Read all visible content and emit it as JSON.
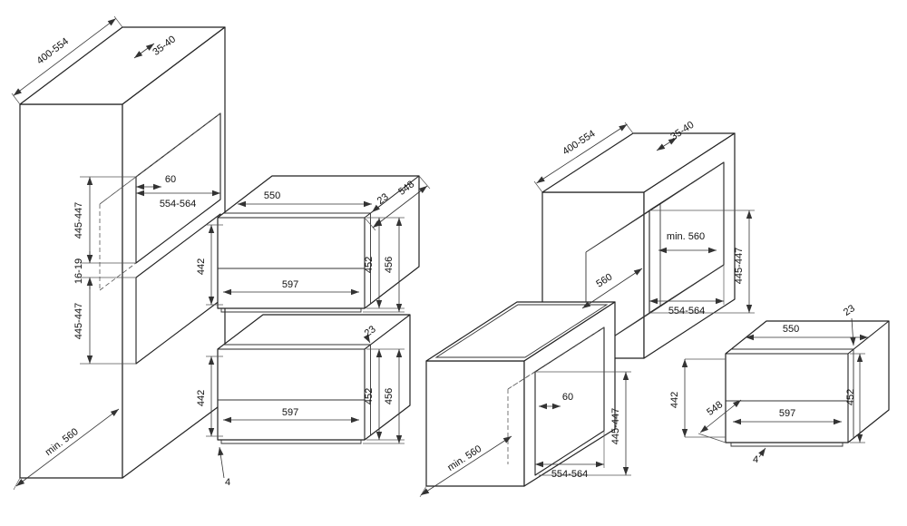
{
  "colors": {
    "line_art": "#222222",
    "background": "#ffffff"
  },
  "labels": {
    "left": {
      "cabinet_depth": "400-554",
      "top_gap": "35-40",
      "niche_back_gap": "60",
      "niche_width": "554-564",
      "niche_height_top": "445-447",
      "niche_gap": "16-19",
      "niche_height_bottom": "445-447",
      "cabinet_min_depth": "min. 560",
      "oven_top": {
        "top_width": "550",
        "depth": "548",
        "frame_depth": "23",
        "body_height": "442",
        "width": "597",
        "front_height": "452",
        "total_height": "456"
      },
      "oven_bottom": {
        "frame_depth": "23",
        "body_height": "442",
        "width": "597",
        "front_height": "452",
        "total_height": "456",
        "bottom_gap": "4"
      }
    },
    "right": {
      "cabinet_depth": "400-554",
      "top_gap": "35-40",
      "niche_min_depth": "min. 560",
      "side_depth": "560",
      "niche_height": "445-447",
      "niche_width": "554-564",
      "base_back_gap": "60",
      "base_niche_height": "445-447",
      "base_min_depth": "min. 560",
      "base_niche_width": "554-564",
      "oven": {
        "top_width": "550",
        "frame_depth": "23",
        "body_height": "442",
        "depth": "548",
        "width": "597",
        "front_height": "452",
        "bottom_gap": "4"
      }
    }
  }
}
